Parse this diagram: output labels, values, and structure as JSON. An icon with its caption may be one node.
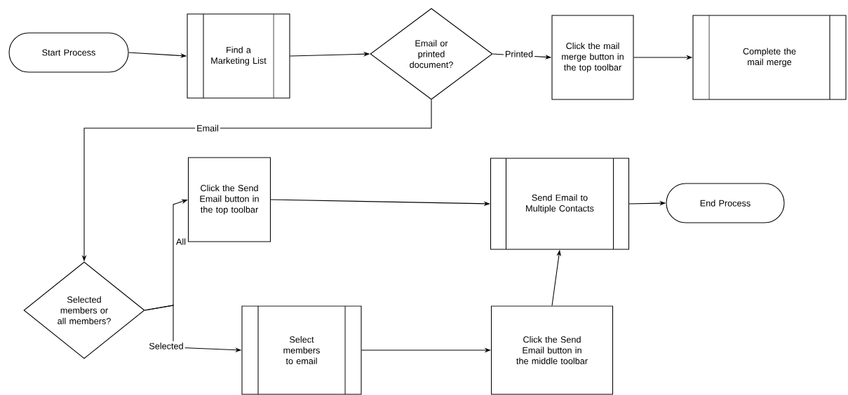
{
  "diagram": {
    "nodes": [
      {
        "text": [
          "Start Process"
        ]
      },
      {
        "text": [
          "Find a Marketing List"
        ]
      },
      {
        "text": [
          "Email or printed document?"
        ]
      },
      {
        "text": [
          "Click the mail merge button in the top toolbar"
        ]
      },
      {
        "text": [
          "Complete the mail merge"
        ]
      },
      {
        "text": [
          "Selected members or all members?"
        ]
      },
      {
        "text": [
          "Click the Send Email button in the top toolbar"
        ]
      },
      {
        "text": [
          "Send Email to Multiple Contacts"
        ]
      },
      {
        "text": [
          "End Process"
        ]
      },
      {
        "text": [
          "Select members to email"
        ]
      },
      {
        "text": [
          "Click the Send Email button in the middle toolbar"
        ]
      }
    ],
    "edges": [
      {
        "from": 0,
        "to": 1,
        "arrow": "to"
      },
      {
        "from": 1,
        "to": 2,
        "arrow": "to"
      },
      {
        "from": 2,
        "to": 3,
        "arrow": "to",
        "label": "Printed"
      },
      {
        "from": 3,
        "to": 4,
        "arrow": "to"
      },
      {
        "from": 2,
        "to": 5,
        "arrow": "to",
        "label": "Email"
      },
      {
        "from": 5,
        "to": 6,
        "arrow": "to",
        "label": "All"
      },
      {
        "from": 5,
        "to": 9,
        "arrow": "to",
        "label": "Selected"
      },
      {
        "from": 6,
        "to": 7,
        "arrow": "to"
      },
      {
        "from": 9,
        "to": 10,
        "arrow": "to"
      },
      {
        "from": 10,
        "to": 7,
        "arrow": "to"
      },
      {
        "from": 7,
        "to": 8,
        "arrow": "to"
      }
    ]
  }
}
